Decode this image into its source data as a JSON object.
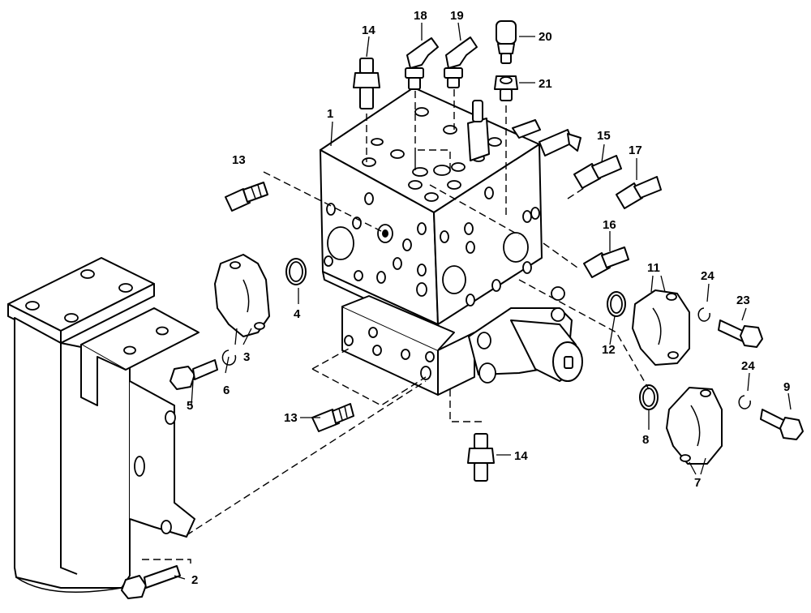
{
  "diagram": {
    "type": "exploded-parts-view",
    "callouts": {
      "c1": "1",
      "c2": "2",
      "c3": "3",
      "c4": "4",
      "c5": "5",
      "c6": "6",
      "c7": "7",
      "c8": "8",
      "c9": "9",
      "c11": "11",
      "c12": "12",
      "c13a": "13",
      "c13b": "13",
      "c14a": "14",
      "c14b": "14",
      "c15": "15",
      "c16": "16",
      "c17": "17",
      "c18": "18",
      "c19": "19",
      "c20": "20",
      "c21": "21",
      "c23": "23",
      "c24a": "24",
      "c24b": "24"
    }
  }
}
